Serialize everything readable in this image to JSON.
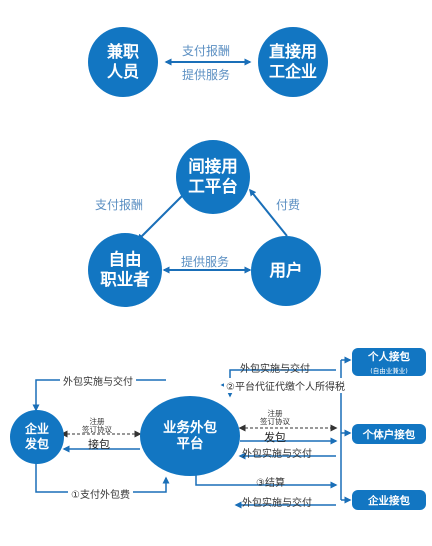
{
  "top": {
    "left_circle": [
      "兼职",
      "人员"
    ],
    "right_circle": [
      "直接用",
      "工企业"
    ],
    "label_top": "支付报酬",
    "label_bottom": "提供服务"
  },
  "triangle": {
    "top_circle": [
      "间接用",
      "工平台"
    ],
    "left_circle": [
      "自由",
      "职业者"
    ],
    "right_circle": "用户",
    "left_edge": "支付报酬",
    "right_edge": "付费",
    "bottom_edge": "提供服务"
  },
  "flow": {
    "left_circle": [
      "企业",
      "发包"
    ],
    "center_circle": [
      "业务外包",
      "平台"
    ],
    "box_personal": "个人接包",
    "box_personal_sub": "(自由业兼业)",
    "box_individual": "个体户接包",
    "box_enterprise": "企业接包",
    "top_delivery": "外包实施与交付",
    "platform_delivery": "外包实施与交付",
    "tax": "②平台代征代缴个人所得税",
    "register_left": [
      "注册",
      "签订协议"
    ],
    "register_right": [
      "注册",
      "签订协议"
    ],
    "jiebao": "接包",
    "fabao": "发包",
    "delivery_mid": "外包实施与交付",
    "pay": "①支付外包费",
    "settle": "③结算",
    "delivery_bottom": "外包实施与交付"
  }
}
